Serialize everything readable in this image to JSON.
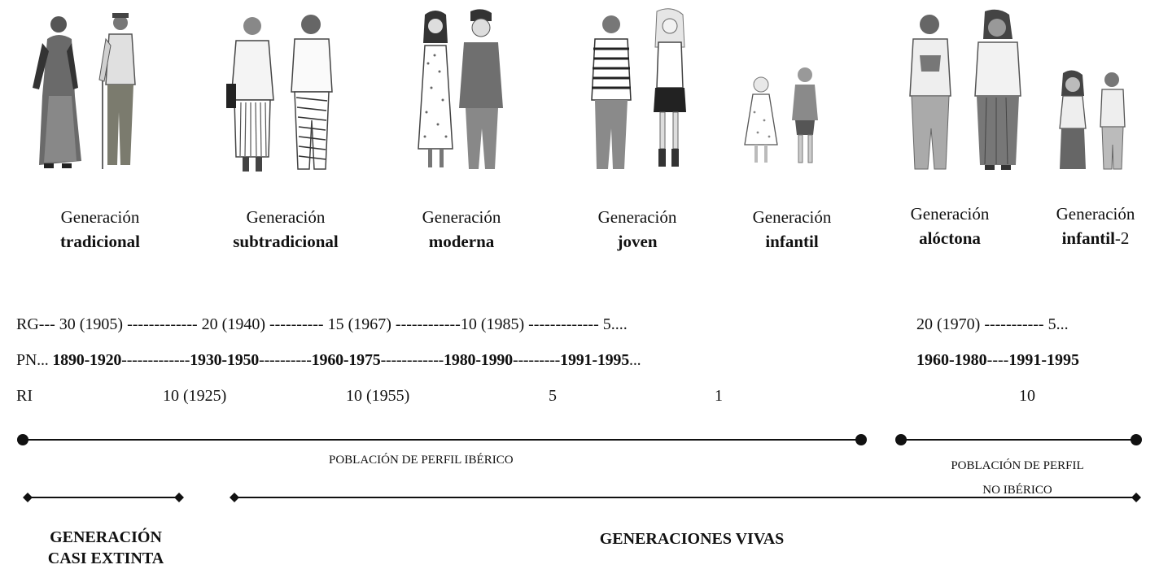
{
  "generations": [
    {
      "prefix": "Generación",
      "name": "tradicional",
      "suffix": ""
    },
    {
      "prefix": "Generación",
      "name": "subtradicional",
      "suffix": ""
    },
    {
      "prefix": "Generación",
      "name": "moderna",
      "suffix": ""
    },
    {
      "prefix": "Generación",
      "name": "joven",
      "suffix": ""
    },
    {
      "prefix": "Generación",
      "name": "infantil",
      "suffix": ""
    },
    {
      "prefix": "Generación",
      "name": "alóctona",
      "suffix": ""
    },
    {
      "prefix": "Generación",
      "name": "infantil",
      "suffix": "-2"
    }
  ],
  "rows": {
    "rg": {
      "iberian": "RG--- 30 (1905) ------------- 20 (1940) ---------- 15 (1967) ------------10 (1985) ------------- 5....",
      "non_iberian": "20 (1970) ----------- 5..."
    },
    "pn": {
      "label": "PN",
      "iberian": [
        {
          "text": "... ",
          "bold": false
        },
        {
          "text": "1890-1920",
          "bold": true
        },
        {
          "text": "-------------",
          "bold": false
        },
        {
          "text": "1930-1950",
          "bold": true
        },
        {
          "text": "----------",
          "bold": false
        },
        {
          "text": "1960-1975",
          "bold": true
        },
        {
          "text": "------------",
          "bold": false
        },
        {
          "text": "1980-1990",
          "bold": true
        },
        {
          "text": "---------",
          "bold": false
        },
        {
          "text": "1991-1995",
          "bold": true
        },
        {
          "text": "...",
          "bold": false
        }
      ],
      "non_iberian": [
        {
          "text": "1960-1980",
          "bold": true
        },
        {
          "text": "----",
          "bold": false
        },
        {
          "text": "1991-1995",
          "bold": true
        }
      ]
    },
    "ri": {
      "label": "RI",
      "values": [
        "10 (1925)",
        "10 (1955)",
        "5",
        "1",
        "10"
      ]
    }
  },
  "population": {
    "iberian": "POBLACIÓN DE PERFIL IBÉRICO",
    "non_iberian_line1": "POBLACIÓN DE PERFIL",
    "non_iberian_line2": "NO IBÉRICO"
  },
  "generations_status": {
    "extinct_line1": "GENERACIÓN",
    "extinct_line2": "CASI EXTINTA",
    "alive": "GENERACIONES VIVAS"
  },
  "colors": {
    "ink": "#111111",
    "sketch": "#4a4a4a",
    "sketch_light": "#9a9a9a"
  }
}
